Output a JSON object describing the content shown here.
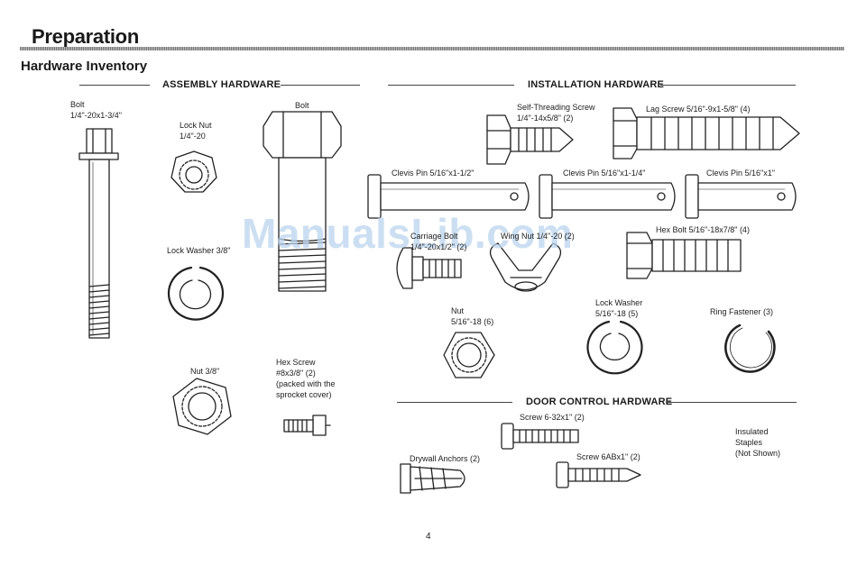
{
  "page": {
    "title": "Preparation",
    "subtitle": "Hardware Inventory",
    "page_number": "4",
    "watermark": "ManualsLib.com"
  },
  "sections": {
    "assembly": "ASSEMBLY HARDWARE",
    "installation": "INSTALLATION HARDWARE",
    "door_control": "DOOR CONTROL HARDWARE"
  },
  "assembly_items": {
    "bolt_long": "Bolt\n1/4\"-20x1-3/4\"",
    "lock_nut": "Lock Nut\n1/4\"-20",
    "bolt_big": "Bolt",
    "lock_washer": "Lock Washer 3/8\"",
    "nut": "Nut 3/8\"",
    "hex_screw": "Hex Screw\n#8x3/8\" (2)\n(packed with the\nsprocket cover)"
  },
  "installation_items": {
    "self_threading_screw": "Self-Threading Screw\n1/4\"-14x5/8\" (2)",
    "lag_screw": "Lag Screw 5/16\"-9x1-5/8\" (4)",
    "clevis_pin_1": "Clevis Pin 5/16\"x1-1/2\"",
    "clevis_pin_2": "Clevis Pin 5/16\"x1-1/4\"",
    "clevis_pin_3": "Clevis Pin 5/16\"x1\"",
    "hex_bolt": "Hex Bolt 5/16\"-18x7/8\" (4)",
    "carriage_bolt": "Carriage Bolt\n1/4\"-20x1/2\" (2)",
    "wing_nut": "Wing Nut 1/4\"-20 (2)",
    "nut": "Nut\n5/16\"-18 (6)",
    "lock_washer": "Lock Washer\n5/16\"-18 (5)",
    "ring_fastener": "Ring Fastener (3)"
  },
  "door_control_items": {
    "screw_6_32": "Screw 6-32x1\" (2)",
    "screw_6ab": "Screw 6ABx1\" (2)",
    "drywall_anchors": "Drywall Anchors (2)",
    "insulated_staples": "Insulated\nStaples\n(Not Shown)"
  }
}
